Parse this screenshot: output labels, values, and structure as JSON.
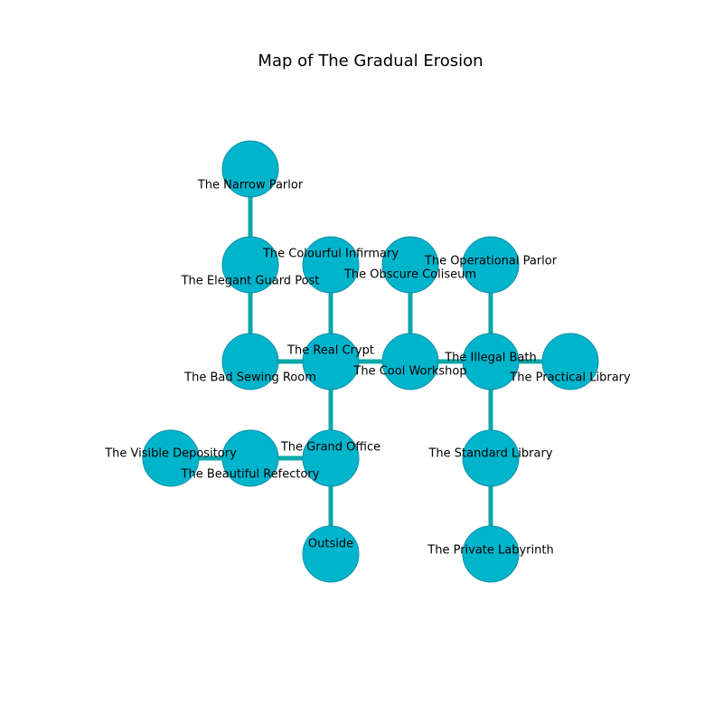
{
  "title": "Map of The Gradual Erosion",
  "colors": {
    "node_fill": "#00b4cc",
    "node_stroke": "#0a8fa3",
    "edge": "#0aa8a8"
  },
  "nodes": [
    {
      "id": "narrow-parlor",
      "label": "The Narrow Parlor"
    },
    {
      "id": "elegant-guard-post",
      "label": "The Elegant Guard Post"
    },
    {
      "id": "colourful-infirmary",
      "label": "The Colourful Infirmary"
    },
    {
      "id": "obscure-coliseum",
      "label": "The Obscure Coliseum"
    },
    {
      "id": "operational-parlor",
      "label": "The Operational Parlor"
    },
    {
      "id": "bad-sewing-room",
      "label": "The Bad Sewing Room"
    },
    {
      "id": "real-crypt",
      "label": "The Real Crypt"
    },
    {
      "id": "cool-workshop",
      "label": "The Cool Workshop"
    },
    {
      "id": "illegal-bath",
      "label": "The Illegal Bath"
    },
    {
      "id": "practical-library",
      "label": "The Practical Library"
    },
    {
      "id": "visible-depository",
      "label": "The Visible Depository"
    },
    {
      "id": "beautiful-refectory",
      "label": "The Beautiful Refectory"
    },
    {
      "id": "grand-office",
      "label": "The Grand Office"
    },
    {
      "id": "standard-library",
      "label": "The Standard Library"
    },
    {
      "id": "outside",
      "label": "Outside"
    },
    {
      "id": "private-labyrinth",
      "label": "The Private Labyrinth"
    }
  ],
  "edges": [
    [
      "narrow-parlor",
      "elegant-guard-post"
    ],
    [
      "elegant-guard-post",
      "bad-sewing-room"
    ],
    [
      "bad-sewing-room",
      "real-crypt"
    ],
    [
      "colourful-infirmary",
      "real-crypt"
    ],
    [
      "real-crypt",
      "cool-workshop"
    ],
    [
      "obscure-coliseum",
      "cool-workshop"
    ],
    [
      "cool-workshop",
      "illegal-bath"
    ],
    [
      "operational-parlor",
      "illegal-bath"
    ],
    [
      "illegal-bath",
      "practical-library"
    ],
    [
      "illegal-bath",
      "standard-library"
    ],
    [
      "standard-library",
      "private-labyrinth"
    ],
    [
      "real-crypt",
      "grand-office"
    ],
    [
      "grand-office",
      "beautiful-refectory"
    ],
    [
      "beautiful-refectory",
      "visible-depository"
    ],
    [
      "grand-office",
      "outside"
    ]
  ]
}
